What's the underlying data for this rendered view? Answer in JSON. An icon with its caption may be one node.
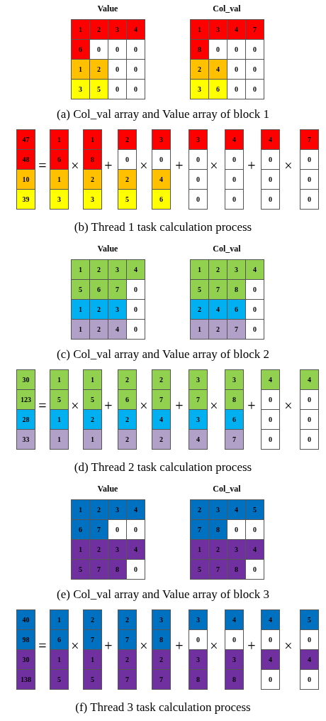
{
  "diagram": {
    "labels": [
      "Value",
      "Col_val",
      "1",
      "2",
      "3",
      "4",
      "6",
      "0",
      "0",
      "0",
      "1",
      "2",
      "0",
      "0",
      "3",
      "5",
      "0",
      "0",
      "1",
      "3",
      "4",
      "7",
      "8",
      "0",
      "0",
      "0",
      "2",
      "4",
      "0",
      "0",
      "3",
      "6",
      "0",
      "0",
      "(a) Col_val array and Value array of block 1",
      "47",
      "48",
      "10",
      "39",
      "=",
      "1",
      "6",
      "1",
      "3",
      "×",
      "1",
      "8",
      "2",
      "3",
      "+",
      "2",
      "0",
      "2",
      "5",
      "×",
      "3",
      "0",
      "4",
      "6",
      "+",
      "3",
      "0",
      "0",
      "0",
      "×",
      "4",
      "0",
      "0",
      "0",
      "+",
      "4",
      "0",
      "0",
      "0",
      "×",
      "7",
      "0",
      "0",
      "0",
      "(b) Thread 1 task calculation process",
      "Value",
      "Col_val",
      "1",
      "2",
      "3",
      "4",
      "5",
      "6",
      "7",
      "0",
      "1",
      "2",
      "3",
      "0",
      "1",
      "2",
      "4",
      "0",
      "1",
      "2",
      "3",
      "4",
      "5",
      "7",
      "8",
      "0",
      "2",
      "4",
      "6",
      "0",
      "1",
      "2",
      "7",
      "0",
      "(c) Col_val array and Value array of block 2",
      "30",
      "123",
      "28",
      "33",
      "=",
      "1",
      "5",
      "1",
      "1",
      "×",
      "1",
      "5",
      "2",
      "1",
      "+",
      "2",
      "6",
      "2",
      "2",
      "×",
      "2",
      "7",
      "4",
      "2",
      "+",
      "3",
      "7",
      "3",
      "4",
      "×",
      "3",
      "8",
      "6",
      "7",
      "+",
      "4",
      "0",
      "0",
      "0",
      "×",
      "4",
      "0",
      "0",
      "0",
      "(d) Thread 2 task calculation process",
      "Value",
      "Col_val",
      "1",
      "2",
      "3",
      "4",
      "6",
      "7",
      "0",
      "0",
      "1",
      "2",
      "3",
      "4",
      "5",
      "7",
      "8",
      "0",
      "2",
      "3",
      "4",
      "5",
      "7",
      "8",
      "0",
      "0",
      "1",
      "2",
      "3",
      "4",
      "5",
      "7",
      "8",
      "0",
      "(e) Col_val array and Value array of block 3",
      "40",
      "98",
      "30",
      "138",
      "=",
      "1",
      "6",
      "1",
      "5",
      "×",
      "2",
      "7",
      "1",
      "5",
      "+",
      "2",
      "7",
      "2",
      "7",
      "×",
      "3",
      "8",
      "2",
      "7",
      "+",
      "3",
      "0",
      "3",
      "8",
      "×",
      "4",
      "0",
      "3",
      "8",
      "+",
      "4",
      "0",
      "4",
      "0",
      "×",
      "5",
      "0",
      "4",
      "0",
      "(f) Thread 3 task calculation process"
    ]
  }
}
